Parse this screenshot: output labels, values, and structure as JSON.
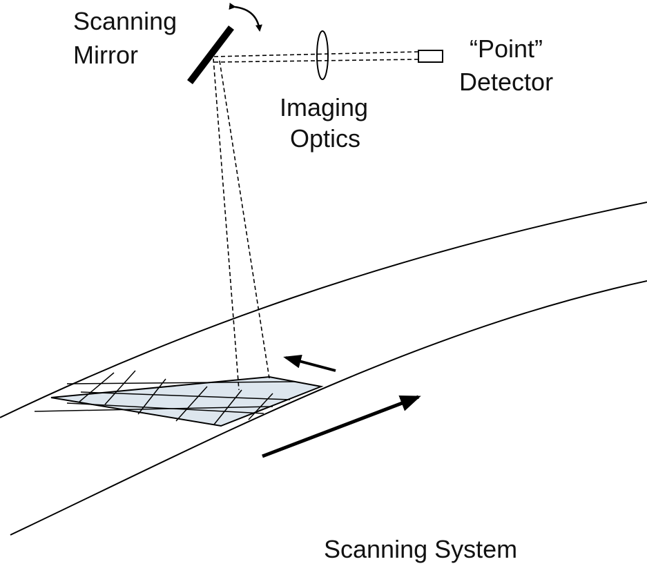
{
  "labels": {
    "mirror_line1": "Scanning",
    "mirror_line2": "Mirror",
    "detector_line1": "“Point”",
    "detector_line2": "Detector",
    "optics_line1": "Imaging",
    "optics_line2": "Optics",
    "caption": "Scanning System"
  },
  "colors": {
    "ink": "#000000",
    "text": "#111111",
    "pixel_fill": "#dde6ee",
    "background": "#ffffff"
  },
  "icons": {
    "mirror": "scanning-mirror-icon",
    "rotation": "rotation-arrow-icon",
    "lens": "lens-icon",
    "detector": "point-detector-icon",
    "cross_track_arrow": "cross-track-arrow-icon",
    "along_track_arrow": "along-track-arrow-icon"
  }
}
